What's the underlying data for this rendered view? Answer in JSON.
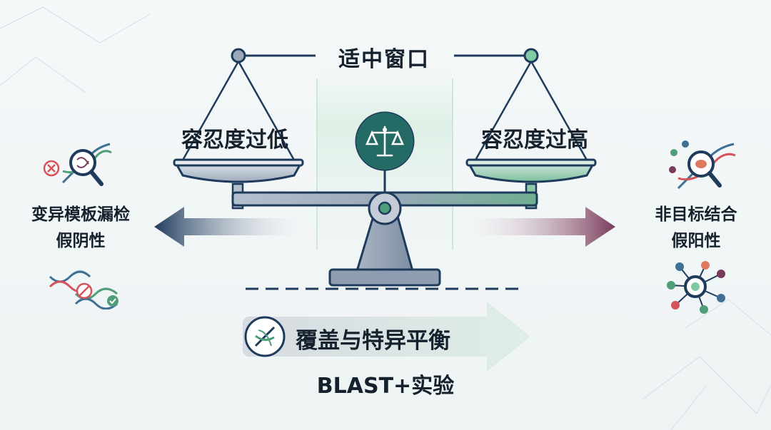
{
  "title": "适中窗口",
  "left_pan": {
    "label": "容忍度过低"
  },
  "right_pan": {
    "label": "容忍度过高"
  },
  "left_side": {
    "line1": "变异模板漏检",
    "line2": "假阴性"
  },
  "right_side": {
    "line1": "非目标结合",
    "line2": "假阳性"
  },
  "balance_arrow": {
    "label": "覆盖与特异平衡"
  },
  "method": {
    "label": "BLAST+实验"
  },
  "colors": {
    "navy": "#1f3b5c",
    "green": "#4f9d79",
    "maroon": "#7a3a5a",
    "steel": "#8e9db0",
    "teal_accent": "#2e7d6b"
  },
  "icons": {
    "center": "scales-icon",
    "left_top": "dna-magnifier-error-icon",
    "left_bottom": "dna-blocked-icon",
    "right_top": "dna-magnifier-target-icon",
    "right_bottom": "molecule-magnifier-icon"
  }
}
